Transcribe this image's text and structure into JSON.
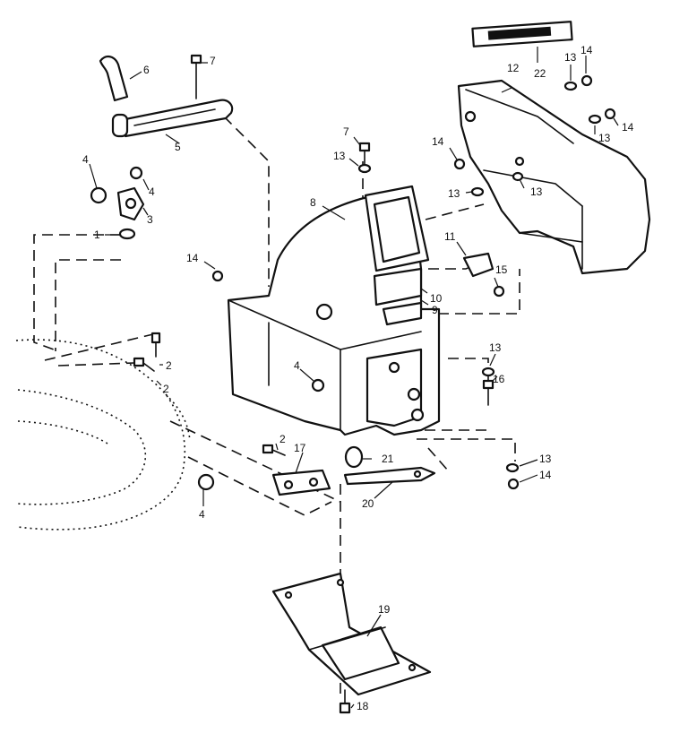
{
  "diagram": {
    "callouts": [
      {
        "id": "c1",
        "text": "1"
      },
      {
        "id": "c2a",
        "text": "2"
      },
      {
        "id": "c2b",
        "text": "2"
      },
      {
        "id": "c2c",
        "text": "2"
      },
      {
        "id": "c3",
        "text": "3"
      },
      {
        "id": "c4a",
        "text": "4"
      },
      {
        "id": "c4b",
        "text": "4"
      },
      {
        "id": "c4c",
        "text": "4"
      },
      {
        "id": "c4d",
        "text": "4"
      },
      {
        "id": "c5",
        "text": "5"
      },
      {
        "id": "c6",
        "text": "6"
      },
      {
        "id": "c7a",
        "text": "7"
      },
      {
        "id": "c7b",
        "text": "7"
      },
      {
        "id": "c8",
        "text": "8"
      },
      {
        "id": "c9",
        "text": "9"
      },
      {
        "id": "c10",
        "text": "10"
      },
      {
        "id": "c11",
        "text": "11"
      },
      {
        "id": "c12",
        "text": "12"
      },
      {
        "id": "c13a",
        "text": "13"
      },
      {
        "id": "c13b",
        "text": "13"
      },
      {
        "id": "c13c",
        "text": "13"
      },
      {
        "id": "c13d",
        "text": "13"
      },
      {
        "id": "c13e",
        "text": "13"
      },
      {
        "id": "c13f",
        "text": "13"
      },
      {
        "id": "c13g",
        "text": "13"
      },
      {
        "id": "c14a",
        "text": "14"
      },
      {
        "id": "c14b",
        "text": "14"
      },
      {
        "id": "c14c",
        "text": "14"
      },
      {
        "id": "c14d",
        "text": "14"
      },
      {
        "id": "c14e",
        "text": "14"
      },
      {
        "id": "c15",
        "text": "15"
      },
      {
        "id": "c16",
        "text": "16"
      },
      {
        "id": "c17",
        "text": "17"
      },
      {
        "id": "c18",
        "text": "18"
      },
      {
        "id": "c19",
        "text": "19"
      },
      {
        "id": "c20",
        "text": "20"
      },
      {
        "id": "c21",
        "text": "21"
      },
      {
        "id": "c22",
        "text": "22"
      }
    ]
  }
}
